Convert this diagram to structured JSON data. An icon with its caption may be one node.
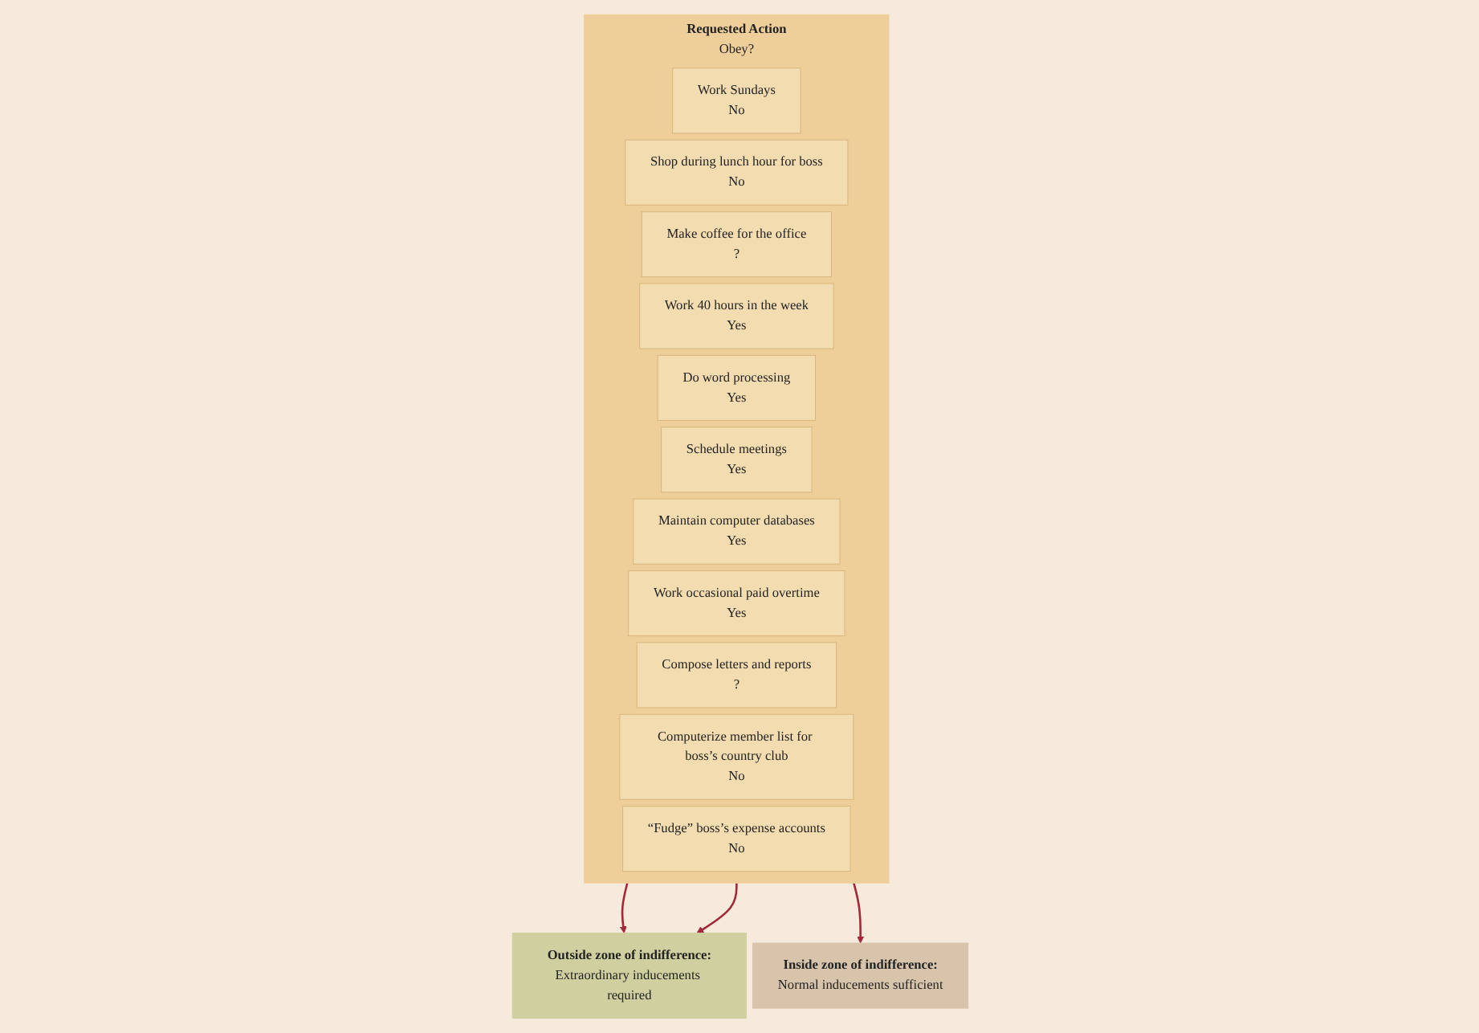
{
  "diagram": {
    "nodes": [
      {
        "text": [
          "Requested Action",
          "Obey?"
        ]
      },
      {
        "text": [
          "Work Sundays",
          "No"
        ],
        "in": 0
      },
      {
        "text": [
          "Shop during lunch hour for boss",
          "No"
        ],
        "in": 0
      },
      {
        "text": [
          "Make coffee for the office",
          "?"
        ],
        "in": 0
      },
      {
        "text": [
          "Work 40 hours in the week",
          "Yes"
        ],
        "in": 0
      },
      {
        "text": [
          "Do word processing",
          "Yes"
        ],
        "in": 0
      },
      {
        "text": [
          "Schedule meetings",
          "Yes"
        ],
        "in": 0
      },
      {
        "text": [
          "Maintain computer databases",
          "Yes"
        ],
        "in": 0
      },
      {
        "text": [
          "Work occasional paid overtime",
          "Yes"
        ],
        "in": 0
      },
      {
        "text": [
          "Compose letters and reports",
          "?"
        ],
        "in": 0
      },
      {
        "text": [
          "Computerize member list for boss’s country club",
          "No"
        ],
        "in": 0
      },
      {
        "text": [
          "“Fudge” boss’s expense accounts",
          "No"
        ],
        "in": 0
      },
      {
        "text": [
          "Inside zone of indifference:",
          "Normal inducements sufficient"
        ]
      },
      {
        "text": [
          "Outside zone of indifference:",
          "Extraordinary inducements required"
        ]
      }
    ],
    "edges": [
      {
        "from": 0,
        "to": 13,
        "arrow": "to"
      },
      {
        "from": 0,
        "to": 12,
        "arrow": "to"
      },
      {
        "from": 0,
        "to": 13,
        "arrow": "to"
      }
    ]
  }
}
